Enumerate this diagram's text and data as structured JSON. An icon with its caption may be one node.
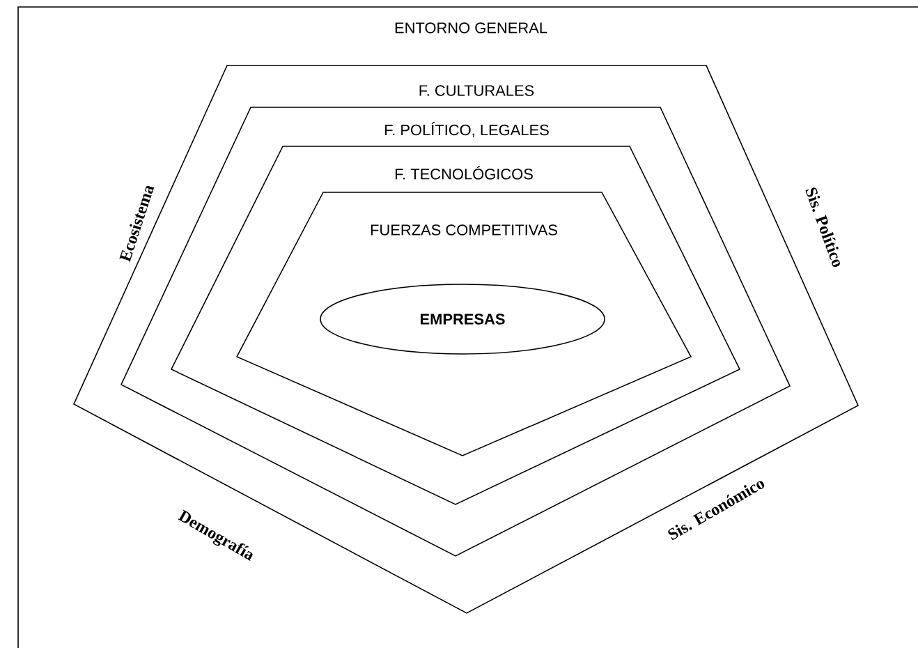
{
  "diagram": {
    "nodes": [
      {
        "text": [
          "ENTORNO GENERAL"
        ]
      },
      {
        "text": [
          "F. CULTURALES"
        ],
        "in": 0
      },
      {
        "text": [
          "F. POLÍTICO, LEGALES"
        ],
        "in": 1
      },
      {
        "text": [
          "F. TECNOLÓGICOS"
        ],
        "in": 2
      },
      {
        "text": [
          "FUERZAS COMPETITIVAS"
        ],
        "in": 3
      },
      {
        "text": [
          "EMPRESAS"
        ],
        "in": 4
      }
    ],
    "edges": [],
    "labels": [
      "Ecosistema",
      "Sis. Político",
      "Demografía",
      "Sis. Económico"
    ]
  }
}
